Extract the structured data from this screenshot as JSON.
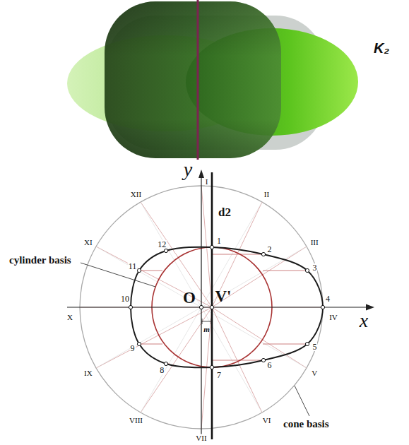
{
  "diagram": {
    "labels": [
      "K₂",
      "y",
      "x",
      "I",
      "II",
      "III",
      "IV",
      "V",
      "VI",
      "VII",
      "VIII",
      "IX",
      "X",
      "XI",
      "XII",
      "1",
      "2",
      "3",
      "4",
      "5",
      "6",
      "7",
      "8",
      "9",
      "10",
      "11",
      "12",
      "O",
      "V'",
      "d2",
      "m",
      "cylinder basis",
      "cone basis"
    ]
  }
}
